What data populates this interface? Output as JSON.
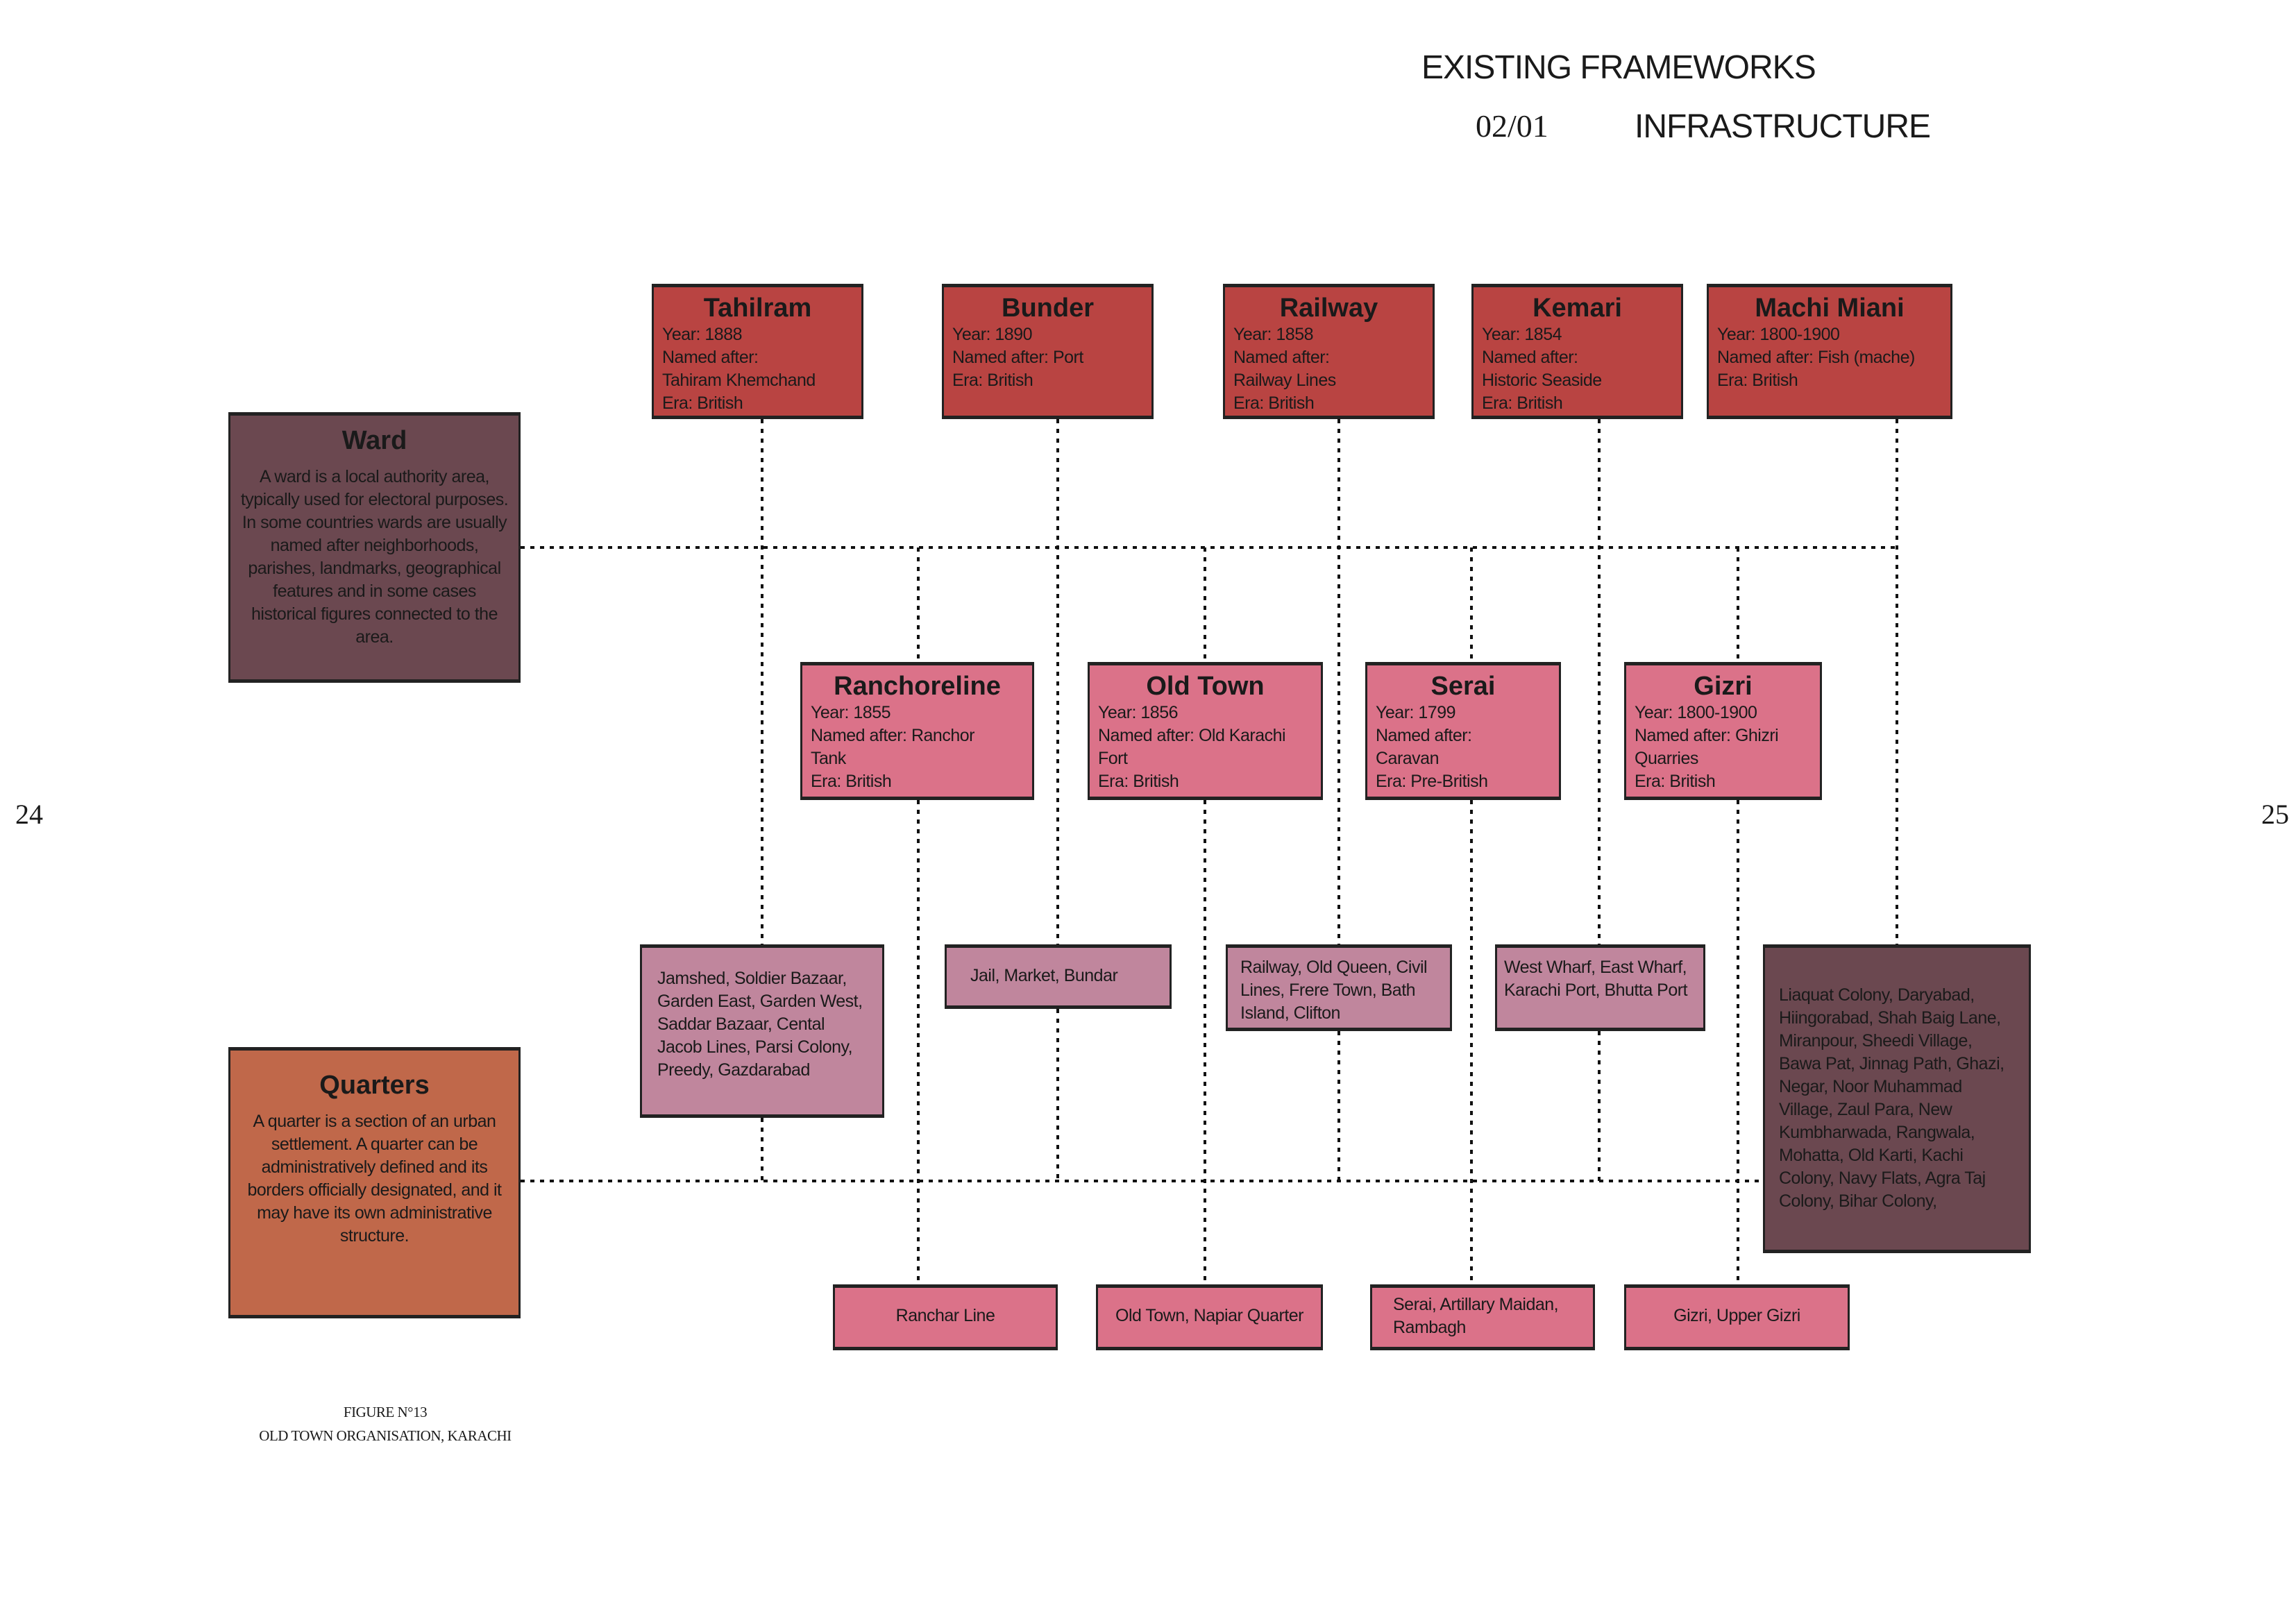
{
  "header": {
    "section": "EXISTING FRAMEWORKS",
    "number": "02/01",
    "subsection": "INFRASTRUCTURE"
  },
  "page_numbers": {
    "left": "24",
    "right": "25"
  },
  "definitions": {
    "ward": {
      "title": "Ward",
      "text": "A ward is a local authority area, typically used for electoral purposes. In some countries wards are usually named after neighborhoods, parishes, landmarks, geographical features and in some cases historical figures connected to the area."
    },
    "quarters": {
      "title": "Quarters",
      "text": "A quarter is a section of an urban settlement. A quarter can be administratively defined and its borders officially designated, and it may have its own administrative structure."
    }
  },
  "wards": [
    {
      "title": "Tahilram",
      "lines": [
        "Year: 1888",
        "Named after:",
        "Tahiram Khemchand",
        "Era: British"
      ]
    },
    {
      "title": "Bunder",
      "lines": [
        "Year: 1890",
        "Named after: Port",
        "Era: British"
      ]
    },
    {
      "title": "Railway",
      "lines": [
        "Year: 1858",
        "Named after:",
        "Railway Lines",
        "Era: British"
      ]
    },
    {
      "title": "Kemari",
      "lines": [
        "Year: 1854",
        "Named after:",
        "Historic Seaside",
        "Era: British"
      ]
    },
    {
      "title": "Machi Miani",
      "lines": [
        "Year: 1800-1900",
        "Named after: Fish (mache)",
        "Era: British"
      ]
    }
  ],
  "sub_wards": [
    {
      "title": "Ranchoreline",
      "lines": [
        "Year: 1855",
        "Named after: Ranchor",
        "Tank",
        "Era: British"
      ]
    },
    {
      "title": "Old Town",
      "lines": [
        "Year: 1856",
        "Named after: Old Karachi",
        "Fort",
        "Era: British"
      ]
    },
    {
      "title": "Serai",
      "lines": [
        "Year: 1799",
        "Named after:",
        "Caravan",
        "Era: Pre-British"
      ]
    },
    {
      "title": "Gizri",
      "lines": [
        "Year: 1800-1900",
        "Named after: Ghizri",
        "Quarries",
        "Era: British"
      ]
    }
  ],
  "ward_quarters": [
    {
      "text": "Jamshed, Soldier Bazaar, Garden East, Garden West, Saddar Bazaar, Cental Jacob Lines, Parsi Colony, Preedy, Gazdarabad"
    },
    {
      "text": "Jail, Market, Bundar"
    },
    {
      "text": "Railway, Old Queen, Civil Lines, Frere Town, Bath Island, Clifton"
    },
    {
      "text": "West Wharf, East Wharf, Karachi Port, Bhutta Port"
    },
    {
      "text": "Liaquat Colony, Daryabad, Hiingorabad, Shah Baig Lane, Miranpour, Sheedi Village, Bawa Pat, Jinnag Path, Ghazi, Negar, Noor Muhammad Village, Zaul Para, New Kumbharwada, Rangwala, Mohatta, Old Karti, Kachi Colony, Navy Flats, Agra Taj Colony, Bihar Colony,"
    }
  ],
  "sub_ward_quarters": [
    {
      "text": "Ranchar Line"
    },
    {
      "text": "Old Town, Napiar Quarter"
    },
    {
      "text": "Serai, Artillary Maidan, Rambagh"
    },
    {
      "text": "Gizri, Upper Gizri"
    }
  ],
  "caption": {
    "line1": "FIGURE N°13",
    "line2": "OLD TOWN ORGANISATION, KARACHI"
  },
  "colors": {
    "ward": "#b94442",
    "sub_ward": "#db7289",
    "quarter_list": "#c0869d",
    "dark": "#6b4850",
    "quarters_def": "#c0684a"
  }
}
